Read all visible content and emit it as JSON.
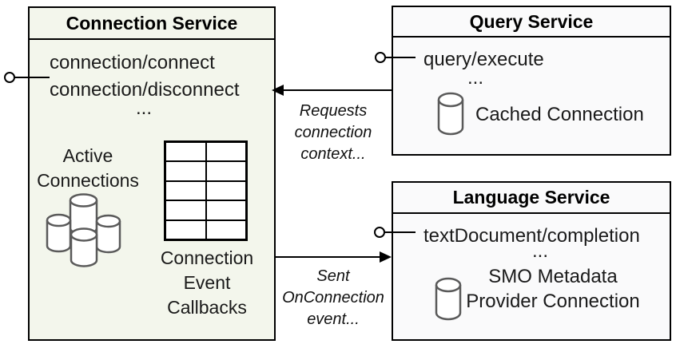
{
  "colors": {
    "connection_box_fill": "#f3f6ec",
    "service_box_fill": "#fafafb",
    "border": "#000000",
    "cylinder_stroke": "#5a5a5a",
    "text": "#1a1a1a"
  },
  "connection_service": {
    "title": "Connection Service",
    "methods": [
      "connection/connect",
      "connection/disconnect"
    ],
    "ellipsis": "...",
    "active_connections_label": "Active\nConnections",
    "callbacks_label": "Connection\nEvent\nCallbacks",
    "table": {
      "rows": 5,
      "cols": 2
    }
  },
  "query_service": {
    "title": "Query Service",
    "methods": [
      "query/execute"
    ],
    "ellipsis": "...",
    "cached_connection_label": "Cached Connection"
  },
  "language_service": {
    "title": "Language Service",
    "methods": [
      "textDocument/completion"
    ],
    "ellipsis": "...",
    "smo_label": "SMO Metadata\nProvider Connection"
  },
  "arrows": {
    "requests_label": "Requests\nconnection\ncontext...",
    "sent_label": "Sent\nOnConnection\nevent..."
  },
  "icons": {
    "lollipop": "interface-lollipop",
    "cylinder": "database-cylinder",
    "cluster": "database-cluster",
    "table": "callback-table-grid"
  }
}
